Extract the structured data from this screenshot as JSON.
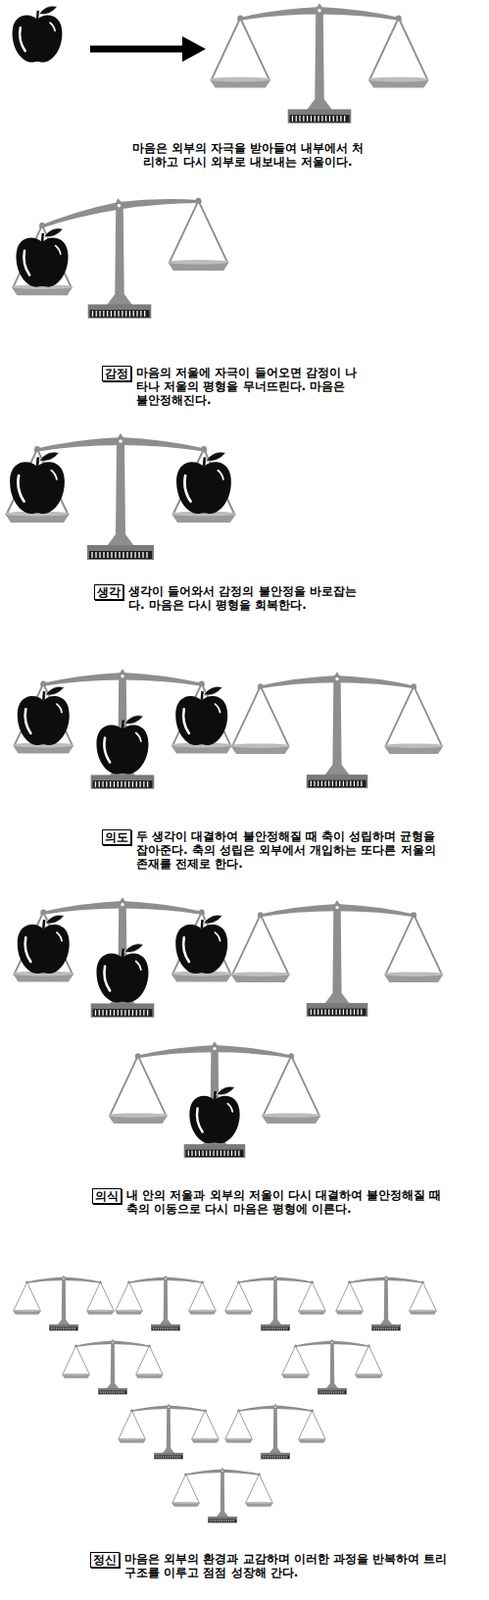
{
  "diagram": {
    "nodes": [
      {
        "text": [
          "감정"
        ]
      },
      {
        "text": [
          "생각"
        ]
      },
      {
        "text": [
          "의도"
        ]
      },
      {
        "text": [
          "의식"
        ]
      },
      {
        "text": [
          "정신"
        ]
      }
    ],
    "labels": [
      "마음은 외부의 자극을 받아들여 내부에서 처리하고 다시 외부로 내보내는 저울이다.",
      "마음의 저울에 자극이 들어오면 감정이 나타나 저울의 평형을 무너뜨린다. 마음은 불안정해진다.",
      "생각이 들어와서 감정의 불안정을 바로잡는다. 마음은 다시 평형을 회복한다.",
      "두 생각이 대결하여 불안정해질 때 축이 성립하며 균형을 잡아준다. 축의 성립은 외부에서 개입하는 또다른 저울의 존재를 전제로 한다.",
      "내 안의 저울과 외부의 저울이 다시 대결하여 불안정해질 때 축의 이동으로 다시 마음은 평형에 이른다.",
      "마음은 외부의 환경과 교감하며 이러한 과정을 반복하여 트리구조를 이루고 점점 성장해 간다."
    ]
  }
}
